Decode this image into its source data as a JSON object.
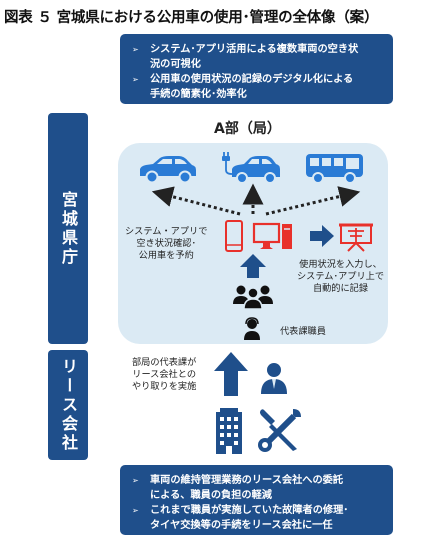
{
  "title": "図表 ５ 宮城県における公用車の使用･管理の全体像（案）",
  "top_box": {
    "items": [
      {
        "line1": "システム･アプリ活用による複数車両の空き状",
        "line2": "況の可視化"
      },
      {
        "line1": "公用車の使用状況の記録のデジタル化による",
        "line2": "手続の簡素化･効率化"
      }
    ]
  },
  "miyagi_label": "宮城県庁",
  "lease_label": "リース会社",
  "dept_label": "A部（局）",
  "left_note": [
    "システム・アプリで",
    "空き状況確認･",
    "公用車を予約"
  ],
  "right_note": [
    "使用状況を入力し、",
    "システム･アプリ上で",
    "自動的に記録"
  ],
  "rep_label": "代表課職員",
  "lease_note": [
    "部局の代表課が",
    "リース会社との",
    "やり取りを実施"
  ],
  "bottom_box": {
    "items": [
      {
        "line1": "車両の維持管理業務のリース会社への委託",
        "line2": "による、職員の負担の軽減"
      },
      {
        "line1": "これまで職員が実施していた故障者の修理･",
        "line2": "タイヤ交換等の手続をリース会社に一任"
      }
    ]
  },
  "colors": {
    "navy": "#1f4f8b",
    "light_blue": "#dbeaf4",
    "red": "#e8312b",
    "vehicle_blue": "#2a7bd5"
  },
  "icons": [
    "sedan-icon",
    "electric-car-icon",
    "bus-icon",
    "smartphone-icon",
    "computer-icon",
    "logbook-icon",
    "people-group-icon",
    "headset-user-icon",
    "businessman-icon",
    "office-building-icon",
    "tools-icon"
  ]
}
